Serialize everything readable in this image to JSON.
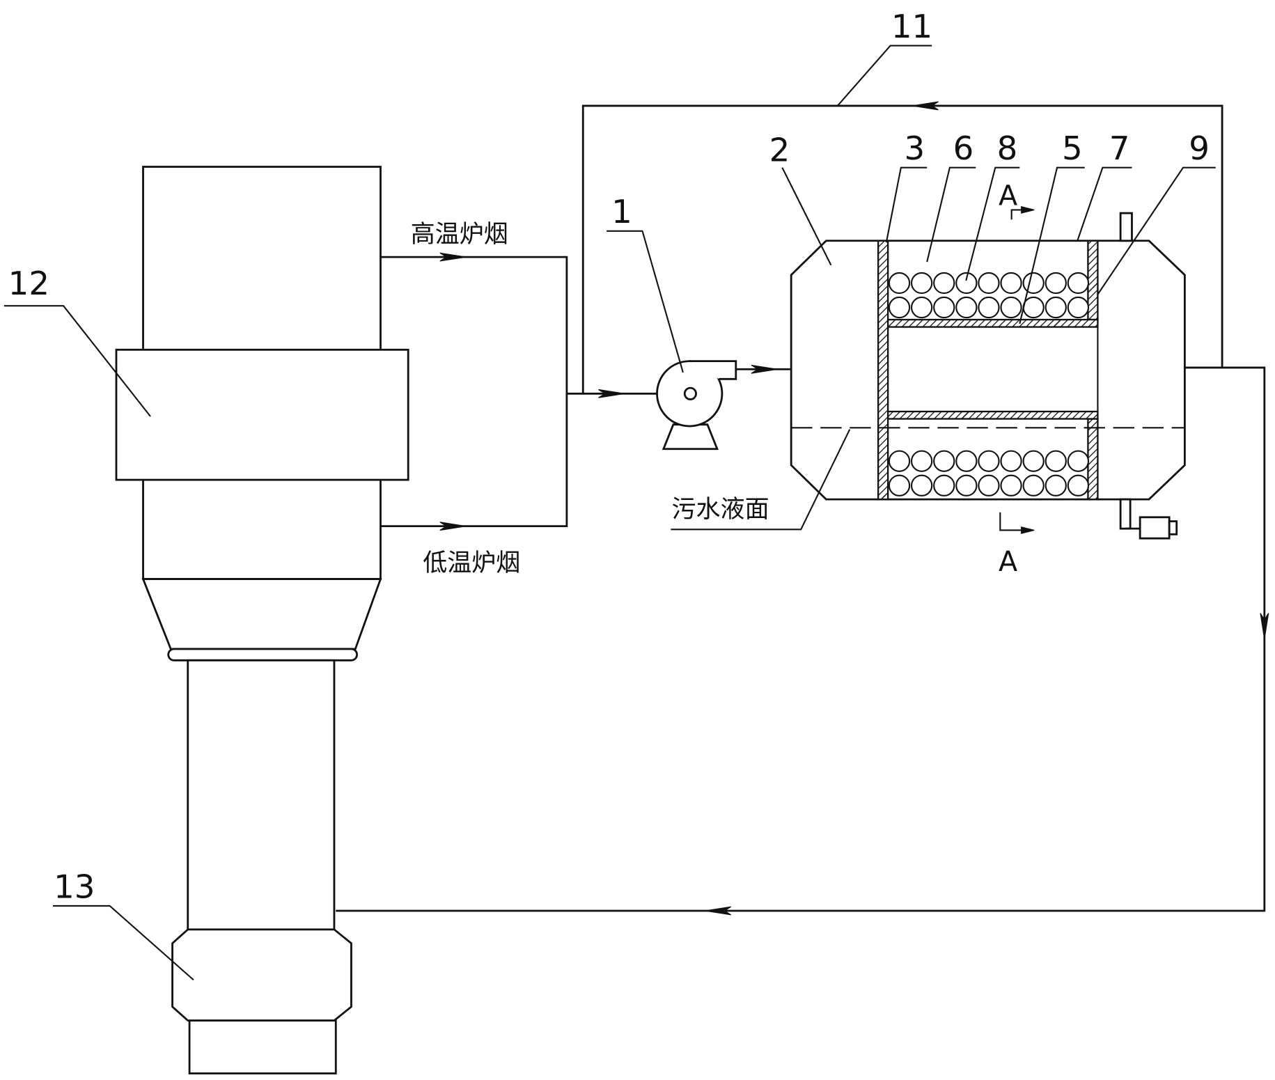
{
  "labels": {
    "pump": "1",
    "scrubber": "2",
    "left_plate": "3",
    "packing_zone": "6",
    "packing_balls": "8",
    "partition": "5",
    "shell": "7",
    "right_plate": "9",
    "return_line": "11",
    "furnace": "12",
    "outlet_unit": "13"
  },
  "section": {
    "mark_top": "A",
    "mark_bottom": "A"
  },
  "flows": {
    "high_temp": "高温炉烟",
    "low_temp": "低温炉烟"
  },
  "liquid_level": "污水液面"
}
